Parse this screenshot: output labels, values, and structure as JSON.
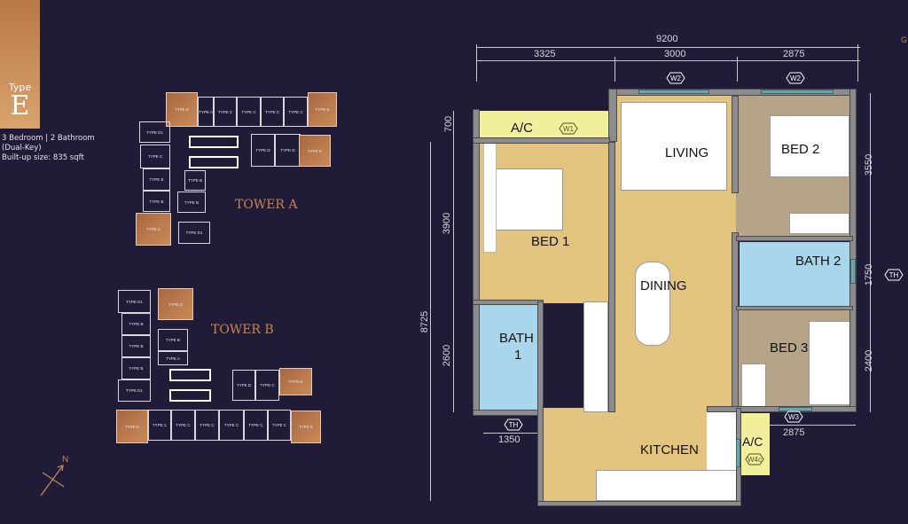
{
  "unit_type": {
    "prefix": "Type",
    "letter": "E"
  },
  "specs": {
    "rooms": "3 Bedroom | 2 Bathroom",
    "note": "(Dual-Key)",
    "size": "Built-up size: 835 sqft"
  },
  "tower_a": {
    "label": "TOWER A",
    "units": [
      "TYPE E",
      "TYPE A",
      "TYPE C",
      "TYPE C",
      "TYPE C",
      "TYPE C",
      "TYPE E",
      "TYPE D1",
      "TYPE C",
      "TYPE B",
      "TYPE B",
      "TYPE C",
      "TYPE D1",
      "TYPE B",
      "TYPE B",
      "TYPE D",
      "TYPE D",
      "TYPE E"
    ]
  },
  "tower_b": {
    "label": "TOWER B",
    "units": [
      "TYPE D1",
      "TYPE E",
      "TYPE B",
      "TYPE B",
      "TYPE B",
      "TYPE D1",
      "TYPE B",
      "TYPE A",
      "TYPE D",
      "TYPE C",
      "TYPE E",
      "TYPE E",
      "TYPE C",
      "TYPE C",
      "TYPE C",
      "TYPE C",
      "TYPE C",
      "TYPE C",
      "TYPE E"
    ]
  },
  "compass": {
    "label": "N"
  },
  "edge_text": "G",
  "dimensions": {
    "total_width": "9200",
    "top": [
      "3325",
      "3000",
      "2875"
    ],
    "total_depth": "8725",
    "left": [
      "700",
      "3900",
      "2600"
    ],
    "right": [
      "3550",
      "1750",
      "2400"
    ],
    "bottom_left": "1350",
    "bottom_right": "2875"
  },
  "rooms": {
    "ac1": "A/C",
    "living": "LIVING",
    "bed2": "BED 2",
    "bed1": "BED 1",
    "dining": "DINING",
    "bath2": "BATH 2",
    "bath1_a": "BATH",
    "bath1_b": "1",
    "bed3": "BED 3",
    "kitchen": "KITCHEN",
    "ac2": "A/C"
  },
  "tags": {
    "w1": "W1",
    "w2a": "W2",
    "w2b": "W2",
    "w3": "W3",
    "w4c": "W4c",
    "th1": "TH",
    "th2": "TH"
  },
  "colors": {
    "background": "#201b37",
    "copper": "#c98a59",
    "living": "#e3c47f",
    "bedroom": "#b5a487",
    "bath": "#a9d6ea",
    "ac": "#f2ef9c"
  }
}
